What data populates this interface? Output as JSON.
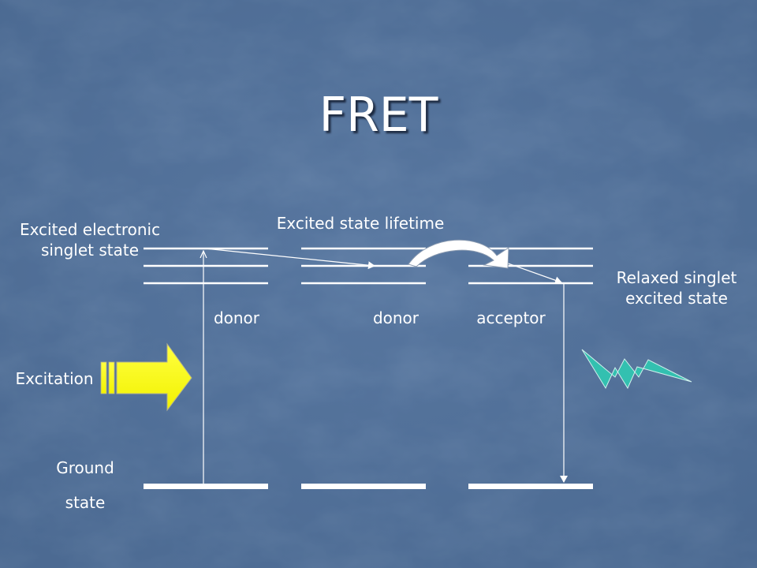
{
  "slide": {
    "title": "FRET"
  },
  "labels": {
    "excited_electronic_line1": "Excited electronic",
    "excited_electronic_line2": "singlet state",
    "excited_state_lifetime": "Excited state lifetime",
    "relaxed_singlet_line1": "Relaxed singlet",
    "relaxed_singlet_line2": "excited state",
    "donor_1": "donor",
    "donor_2": "donor",
    "acceptor": "acceptor",
    "excitation": "Excitation",
    "ground": "Ground",
    "state": "state"
  },
  "colors": {
    "background": "#4f6f98",
    "excitation_arrow": "#ffff00",
    "emission_bolt": "#33c0b0",
    "lines": "#ffffff"
  },
  "icons": {
    "excitation": "excitation-arrow-icon",
    "energy_transfer": "curved-transfer-arrow-icon",
    "emission": "lightning-bolt-icon"
  }
}
